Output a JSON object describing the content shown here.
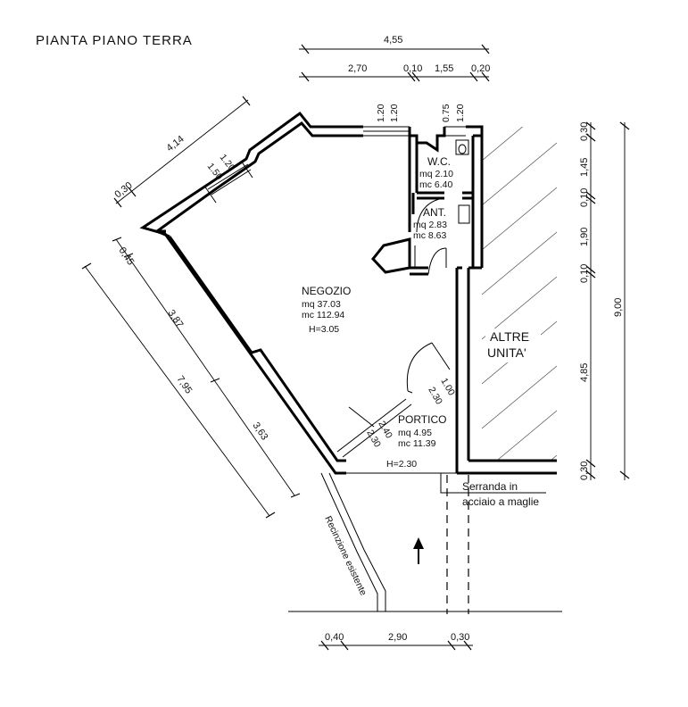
{
  "title": "PIANTA PIANO TERRA",
  "top_dimensions": {
    "overall": "4,55",
    "segments": [
      "2,70",
      "0,10",
      "1,55",
      "0,20"
    ],
    "openings": [
      "1.20",
      "1.20",
      "0.75",
      "1.20"
    ]
  },
  "right_dimensions": {
    "overall": "9,00",
    "segments": [
      "0,30",
      "1,45",
      "0,10",
      "1,90",
      "0,10",
      "4,85",
      "0,30"
    ]
  },
  "left_dimensions": {
    "top_wall": "4,14",
    "top_wall_thickness": "0,30",
    "window_a": "1.50",
    "window_b": "1.20",
    "outer_offset": "0,45",
    "inner_a": "3,87",
    "inner_b": "3,63",
    "overall": "7,95"
  },
  "bottom_dimensions": {
    "segments": [
      "0,40",
      "2,90",
      "0,30"
    ]
  },
  "rooms": {
    "negozio": {
      "name": "NEGOZIO",
      "area": "mq   37.03",
      "volume": "mc  112.94",
      "height": "H=3.05"
    },
    "wc": {
      "name": "W.C.",
      "area": "mq   2.10",
      "volume": "mc   6.40"
    },
    "ant": {
      "name": "ANT.",
      "area": "mq  2.83",
      "volume": "mc  8.63"
    },
    "portico": {
      "name": "PORTICO",
      "area": "mq    4.95",
      "volume": "mc   11.39",
      "height": "H=2.30"
    },
    "altre": {
      "line1": "ALTRE",
      "line2": "UNITA'"
    }
  },
  "door_labels": {
    "main_door_a": "1.00",
    "main_door_b": "2.30",
    "portico_door_a": "2.40",
    "portico_door_b": "2.30"
  },
  "notes": {
    "serranda_line1": "Serranda  in",
    "serranda_line2": "acciaio  a  maglie",
    "recinzione": "Recinzione esistente"
  }
}
